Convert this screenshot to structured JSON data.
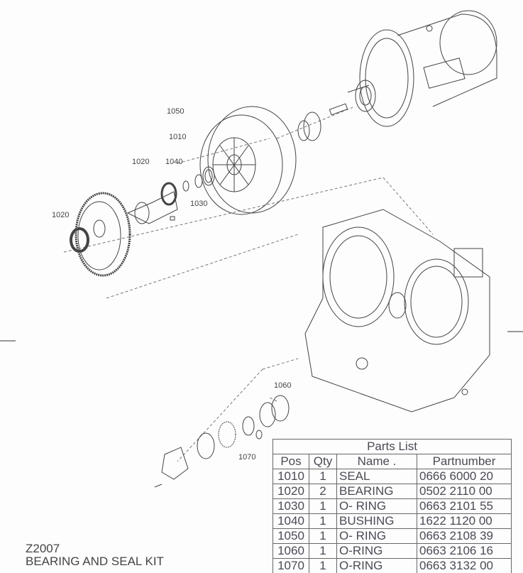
{
  "callouts": [
    "1050",
    "1010",
    "1020",
    "1040",
    "1030",
    "1020",
    "1060",
    "1070"
  ],
  "parts_list": {
    "title": "Parts List",
    "headers": [
      "Pos",
      "Qty",
      "Name .",
      "Partnumber"
    ],
    "rows": [
      [
        "1010",
        "1",
        "SEAL",
        "0666 6000 20"
      ],
      [
        "1020",
        "2",
        "BEARING",
        "0502 2110 00"
      ],
      [
        "1030",
        "1",
        "O- RING",
        "0663 2101 55"
      ],
      [
        "1040",
        "1",
        "BUSHING",
        "1622 1120 00"
      ],
      [
        "1050",
        "1",
        "O- RING",
        "0663 2108 39"
      ],
      [
        "1060",
        "1",
        "O-RING",
        "0663 2106 16"
      ],
      [
        "1070",
        "1",
        "O-RING",
        "0663 3132 00"
      ]
    ]
  },
  "kit": {
    "code": "Z2007",
    "title": "BEARING AND SEAL KIT"
  }
}
